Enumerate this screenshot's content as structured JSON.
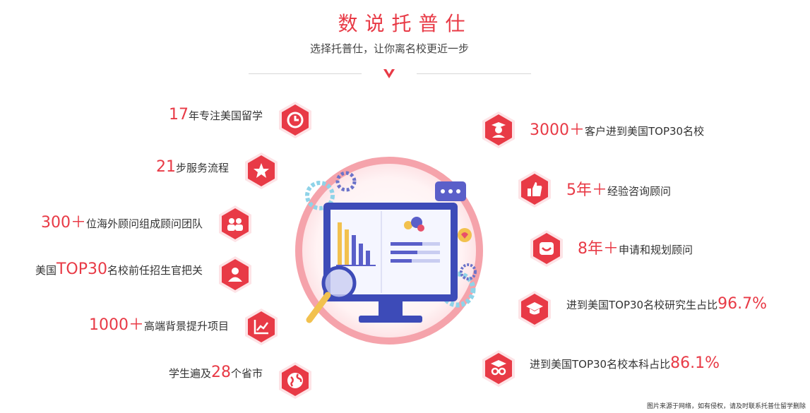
{
  "header": {
    "title": "数说托普仕",
    "subtitle": "选择托普仕，让你离名校更近一步"
  },
  "left_items": [
    {
      "num": "17",
      "text": "年专注美国留学",
      "icon": "clock-icon"
    },
    {
      "num": "21",
      "text": "步服务流程",
      "icon": "star-icon"
    },
    {
      "num": "300＋",
      "text": "位海外顾问组成顾问团队",
      "icon": "team-icon"
    },
    {
      "pre": "美国",
      "num": "TOP30",
      "text": "名校前任招生官把关",
      "icon": "person-icon"
    },
    {
      "num": "1000＋",
      "text": "高端背景提升项目",
      "icon": "growth-chart-icon"
    },
    {
      "pre": "学生遍及",
      "num": "28",
      "text": "个省市",
      "icon": "globe-icon"
    }
  ],
  "right_items": [
    {
      "num": "3000＋",
      "text": "客户进到美国TOP30名校",
      "icon": "graduate-icon"
    },
    {
      "num": "5年＋",
      "text": "经验咨询顾问",
      "icon": "thumbs-up-icon"
    },
    {
      "num": "8年＋",
      "text": "申请和规划顾问",
      "icon": "smile-icon"
    },
    {
      "pre": "进到美国TOP30名校研究生占比",
      "num": "96.7%",
      "icon": "grad-cap-icon"
    },
    {
      "pre": "进到美国TOP30名校本科占比",
      "num": "86.1%",
      "icon": "scholar-icon"
    }
  ],
  "footer": {
    "credit": "图片来源于网络，如有侵权，请及时联系托普仕留学删除"
  },
  "colors": {
    "accent": "#e83a46",
    "circle_ring": "#f6a6ad",
    "monitor": "#3d4bb8"
  }
}
